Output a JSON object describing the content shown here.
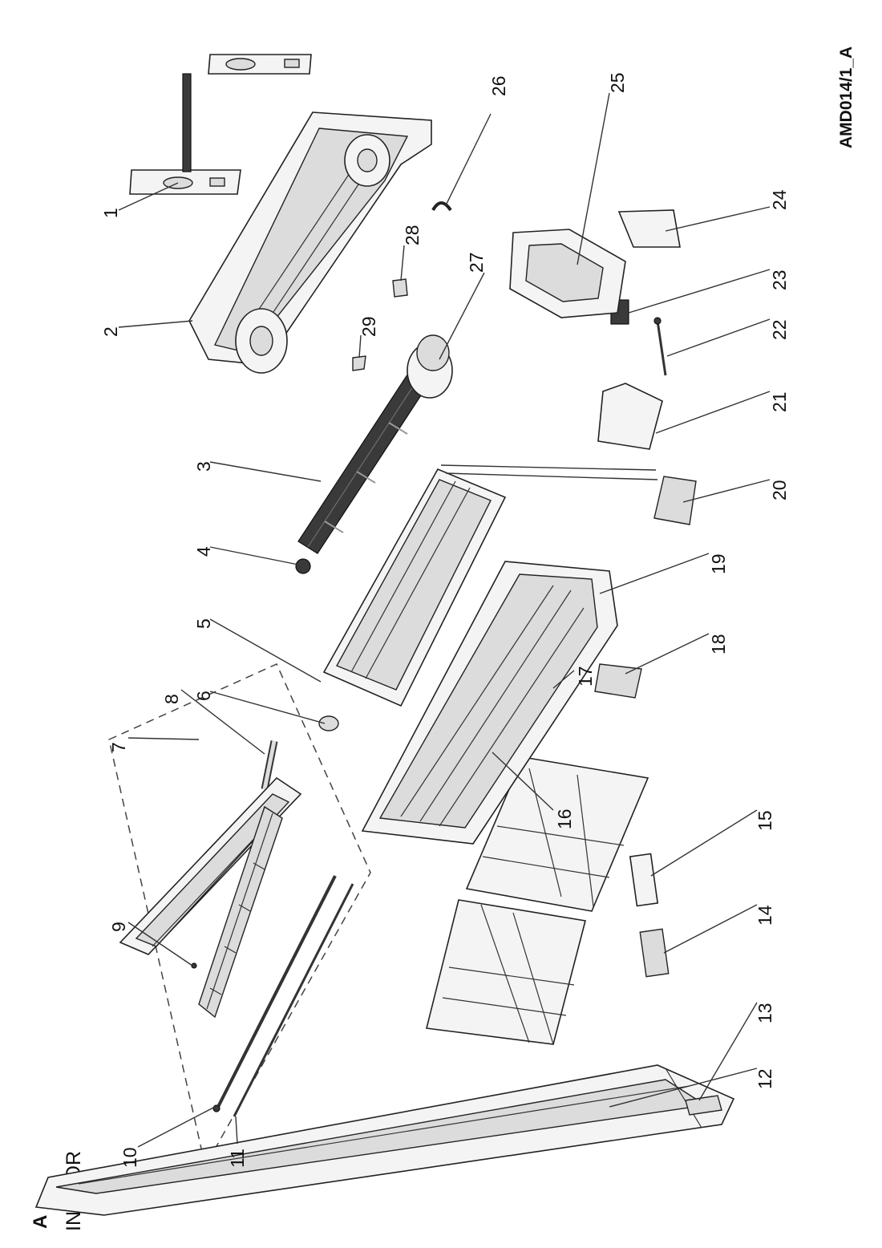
{
  "diagram": {
    "section_letter": "A",
    "section_title": "INDOOR",
    "drawing_code": "AMD014/1_A",
    "callouts": [
      "1",
      "2",
      "3",
      "4",
      "5",
      "6",
      "7",
      "8",
      "9",
      "10",
      "11",
      "12",
      "13",
      "14",
      "15",
      "16",
      "17",
      "18",
      "19",
      "20",
      "21",
      "22",
      "23",
      "24",
      "25",
      "26",
      "27",
      "28",
      "29"
    ]
  }
}
